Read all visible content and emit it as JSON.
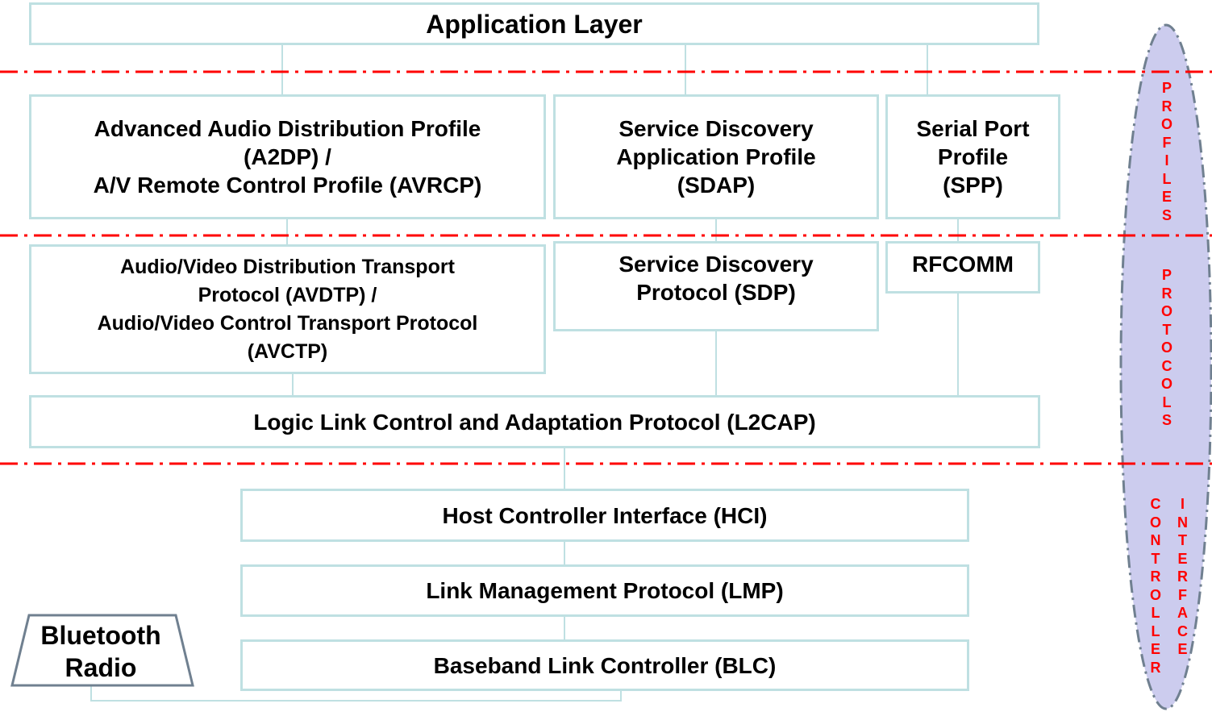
{
  "application_layer": "Application Layer",
  "profiles": {
    "a2dp": [
      "Advanced Audio Distribution Profile",
      "(A2DP) /",
      "A/V Remote Control Profile (AVRCP)"
    ],
    "sdap": [
      "Service Discovery",
      "Application Profile",
      "(SDAP)"
    ],
    "spp": [
      "Serial Port",
      "Profile",
      "(SPP)"
    ]
  },
  "protocols": {
    "avdtp": [
      "Audio/Video Distribution Transport",
      "Protocol (AVDTP) /",
      "Audio/Video Control Transport Protocol",
      "(AVCTP)"
    ],
    "sdp": [
      "Service Discovery",
      "Protocol (SDP)"
    ],
    "rfcomm": "RFCOMM",
    "l2cap": "Logic Link Control and Adaptation Protocol (L2CAP)"
  },
  "controller": {
    "hci": "Host Controller Interface (HCI)",
    "lmp": "Link Management Protocol (LMP)",
    "blc": "Baseband Link Controller (BLC)"
  },
  "radio": [
    "Bluetooth",
    "Radio"
  ],
  "side_labels": {
    "profiles": "PROFILES",
    "protocols": "PROTOCOLS",
    "controller": "CONTROLLER",
    "interface": "INTERFACE"
  },
  "colors": {
    "box_border": "#bfe0e2",
    "divider": "#ff0000",
    "oval_fill": "#ccccee",
    "oval_border": "#708090",
    "side_label": "#ff0000"
  }
}
